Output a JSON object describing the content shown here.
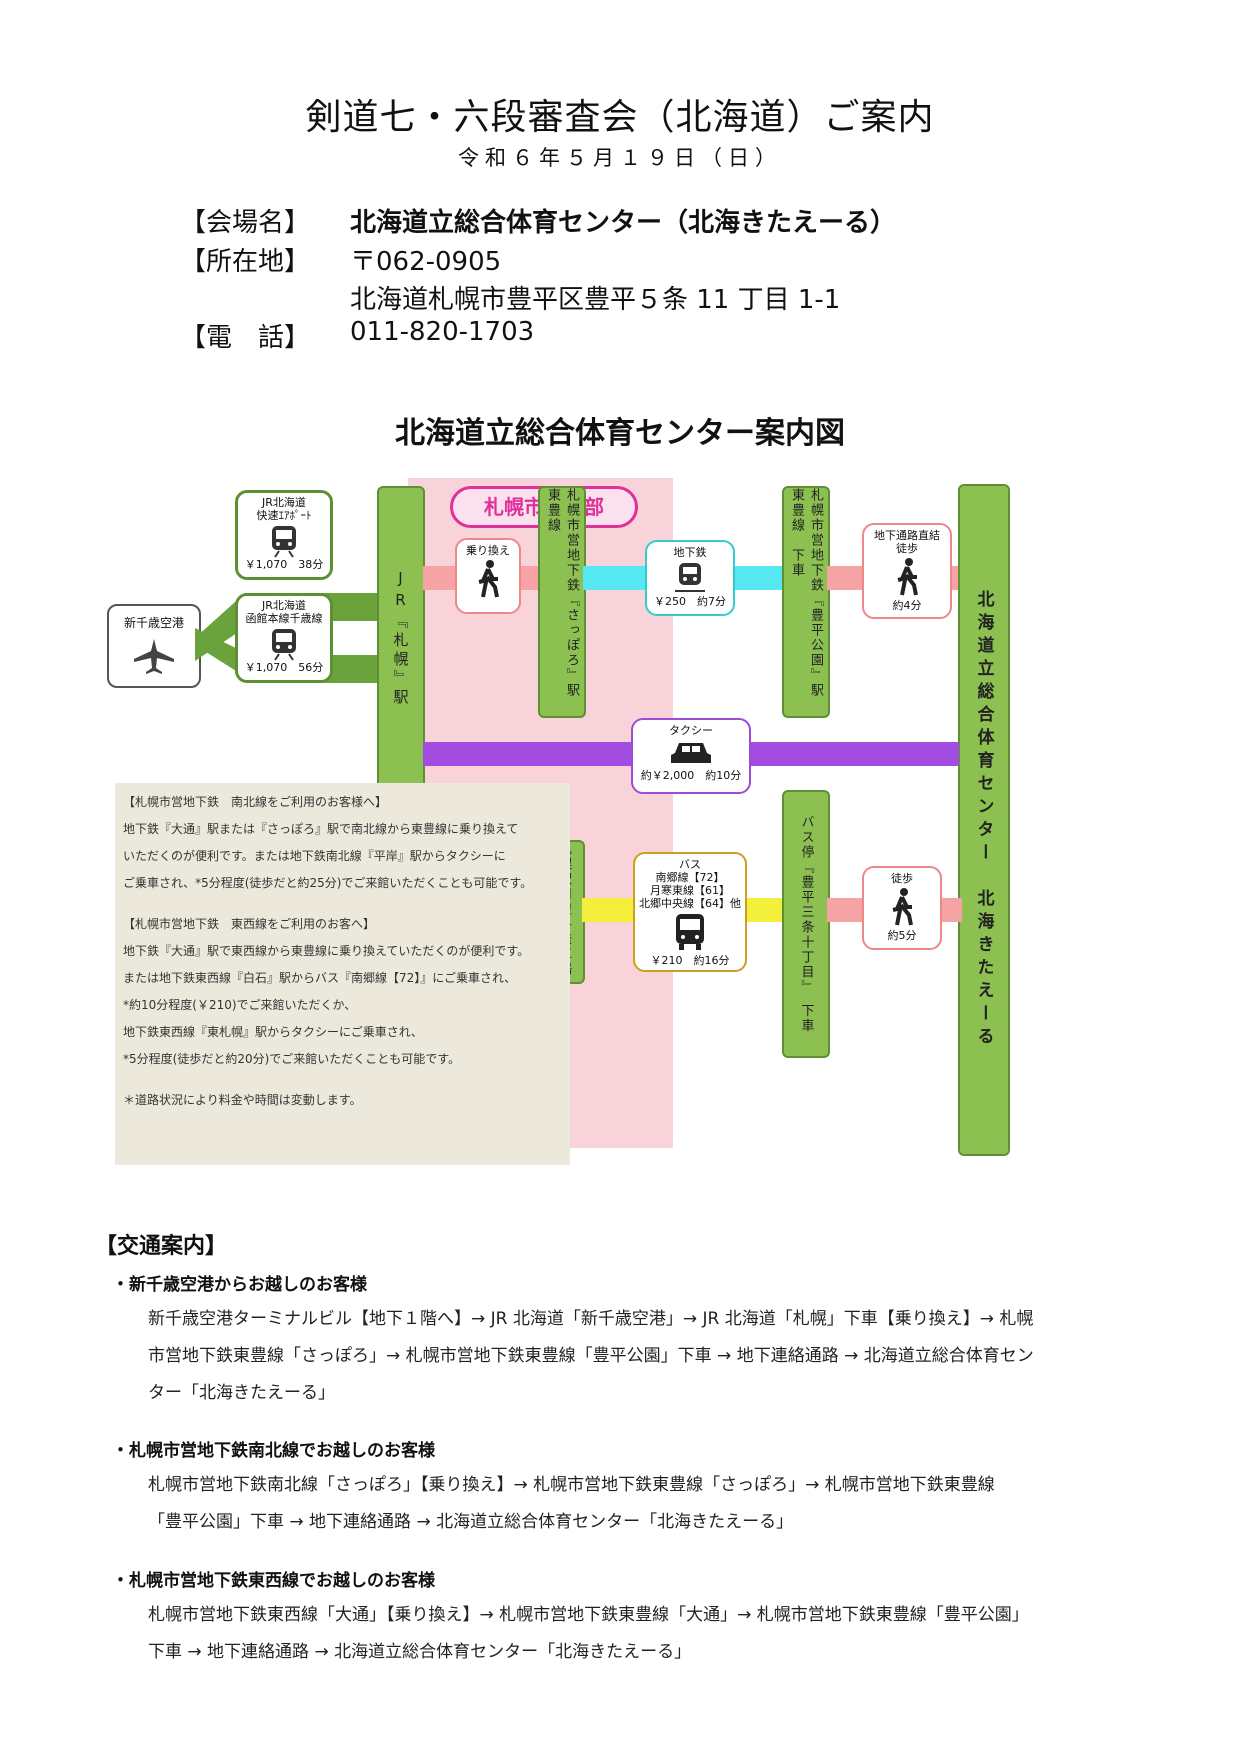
{
  "header": {
    "title": "剣道七・六段審査会（北海道）ご案内",
    "date": "令和６年５月１９日（日）"
  },
  "info": {
    "venue_label": "【会場名】",
    "venue_value": "北海道立総合体育センター（北海きたえーる）",
    "address_label": "【所在地】",
    "postal": "〒062-0905",
    "address": "北海道札幌市豊平区豊平５条 11 丁目 1-1",
    "phone_label": "【電　話】",
    "phone": "011-820-1703"
  },
  "map": {
    "title": "北海道立総合体育センター案内図",
    "center_badge": "札幌市中心部",
    "airport": "新千歳空港",
    "train1_line": "JR北海道\n快速ｴｱﾎﾟｰﾄ",
    "train1_fare": "￥1,070　38分",
    "train2_line": "JR北海道\n函館本線千歳線",
    "train2_fare": "￥1,070　56分",
    "jr_station": "JR『札幌』駅",
    "transfer": "乗り換え",
    "sapporo_station": "札幌市営地下鉄『さっぽろ』駅　東豊線",
    "subway": "地下鉄",
    "subway_fare": "￥250　約7分",
    "toyohira_station": "札幌市営地下鉄『豊平公園』駅　東豊線　下車",
    "walk_direct": "地下通路直結\n徒歩",
    "walk_direct_time": "約4分",
    "venue_column": "北海道立総合体育センター　北海きたえーる",
    "taxi": "タクシー",
    "taxi_fare": "約￥2,000　約10分",
    "bus_terminal": "札幌駅周辺各発車場所",
    "bus": "バス\n南郷線【72】\n月寒東線【61】\n北郷中央線【64】他",
    "bus_fare": "￥210　約16分",
    "bus_stop": "バス停『豊平三条十丁目』　下車",
    "walk": "徒歩",
    "walk_time": "約5分",
    "notes": [
      "【札幌市営地下鉄　南北線をご利用のお客様へ】",
      "地下鉄『大通』駅または『さっぽろ』駅で南北線から東豊線に乗り換えて",
      "いただくのが便利です。または地下鉄南北線『平岸』駅からタクシーに",
      "ご乗車され、*5分程度(徒歩だと約25分)でご来館いただくことも可能です。",
      "",
      "【札幌市営地下鉄　東西線をご利用のお客へ】",
      "地下鉄『大通』駅で東西線から東豊線に乗り換えていただくのが便利です。",
      "または地下鉄東西線『白石』駅からバス『南郷線【72】』にご乗車され、",
      "*約10分程度(￥210)でご来館いただくか、",
      "地下鉄東西線『東札幌』駅からタクシーにご乗車され、",
      "*5分程度(徒歩だと約20分)でご来館いただくことも可能です。",
      "",
      "＊道路状況により料金や時間は変動します。"
    ]
  },
  "traffic": {
    "heading": "【交通案内】",
    "routes": [
      {
        "title": "・新千歳空港からお越しのお客様",
        "lines": [
          "新千歳空港ターミナルビル【地下１階へ】→ JR 北海道「新千歳空港」→ JR 北海道「札幌」下車【乗り換え】→ 札幌",
          "市営地下鉄東豊線「さっぽろ」→ 札幌市営地下鉄東豊線「豊平公園」下車 → 地下連絡通路 → 北海道立総合体育セン",
          "ター「北海きたえーる」"
        ]
      },
      {
        "title": "・札幌市営地下鉄南北線でお越しのお客様",
        "lines": [
          "札幌市営地下鉄南北線「さっぽろ」【乗り換え】→ 札幌市営地下鉄東豊線「さっぽろ」→ 札幌市営地下鉄東豊線",
          "「豊平公園」下車 → 地下連絡通路 → 北海道立総合体育センター「北海きたえーる」"
        ]
      },
      {
        "title": "・札幌市営地下鉄東西線でお越しのお客様",
        "lines": [
          "札幌市営地下鉄東西線「大通」【乗り換え】→ 札幌市営地下鉄東豊線「大通」→ 札幌市営地下鉄東豊線「豊平公園」",
          "下車 → 地下連絡通路 → 北海道立総合体育センター「北海きたえーる」"
        ]
      }
    ]
  },
  "colors": {
    "green": "#8cc152",
    "pink_zone": "#f8d3da",
    "cyan_bar": "#55e8f0",
    "purple_bar": "#a24de0",
    "yellow_bar": "#f3ef3a",
    "salmon_bar": "#f6a3a5",
    "badge_magenta": "#e0309a"
  }
}
